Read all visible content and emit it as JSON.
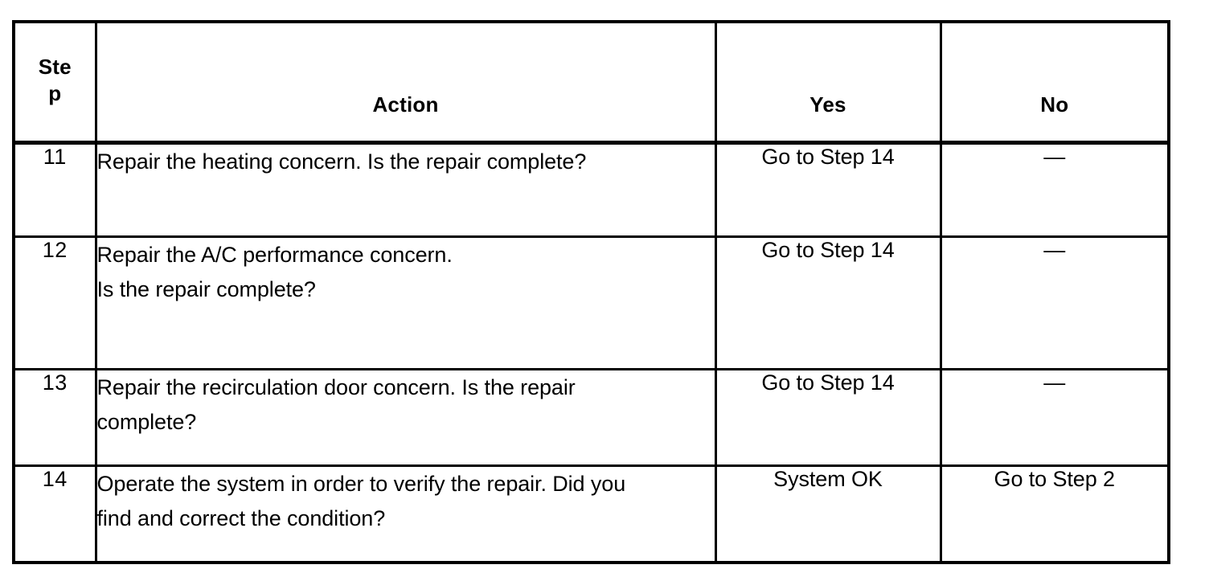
{
  "table": {
    "columns": [
      {
        "key": "step",
        "label": "Step",
        "label_wrapped": "St​ep"
      },
      {
        "key": "action",
        "label": "Action"
      },
      {
        "key": "yes",
        "label": "Yes"
      },
      {
        "key": "no",
        "label": "No"
      }
    ],
    "rows": [
      {
        "step": "11",
        "action_lines": [
          "Repair the heating concern. Is the repair complete?"
        ],
        "yes": "Go to Step 14",
        "no": "—"
      },
      {
        "step": "12",
        "action_lines": [
          "Repair the A/C performance concern.",
          "Is the repair complete?"
        ],
        "yes": "Go to Step 14",
        "no": "—"
      },
      {
        "step": "13",
        "action_lines": [
          "Repair the recirculation door concern. Is the repair",
          "complete?"
        ],
        "yes": "Go to Step 14",
        "no": "—"
      },
      {
        "step": "14",
        "action_lines": [
          "Operate the system in order to verify the repair. Did you",
          "find and correct the condition?"
        ],
        "yes": "System OK",
        "no": "Go to Step 2"
      }
    ]
  },
  "style": {
    "border_color": "#000000",
    "background": "#ffffff",
    "text_color": "#000000"
  }
}
